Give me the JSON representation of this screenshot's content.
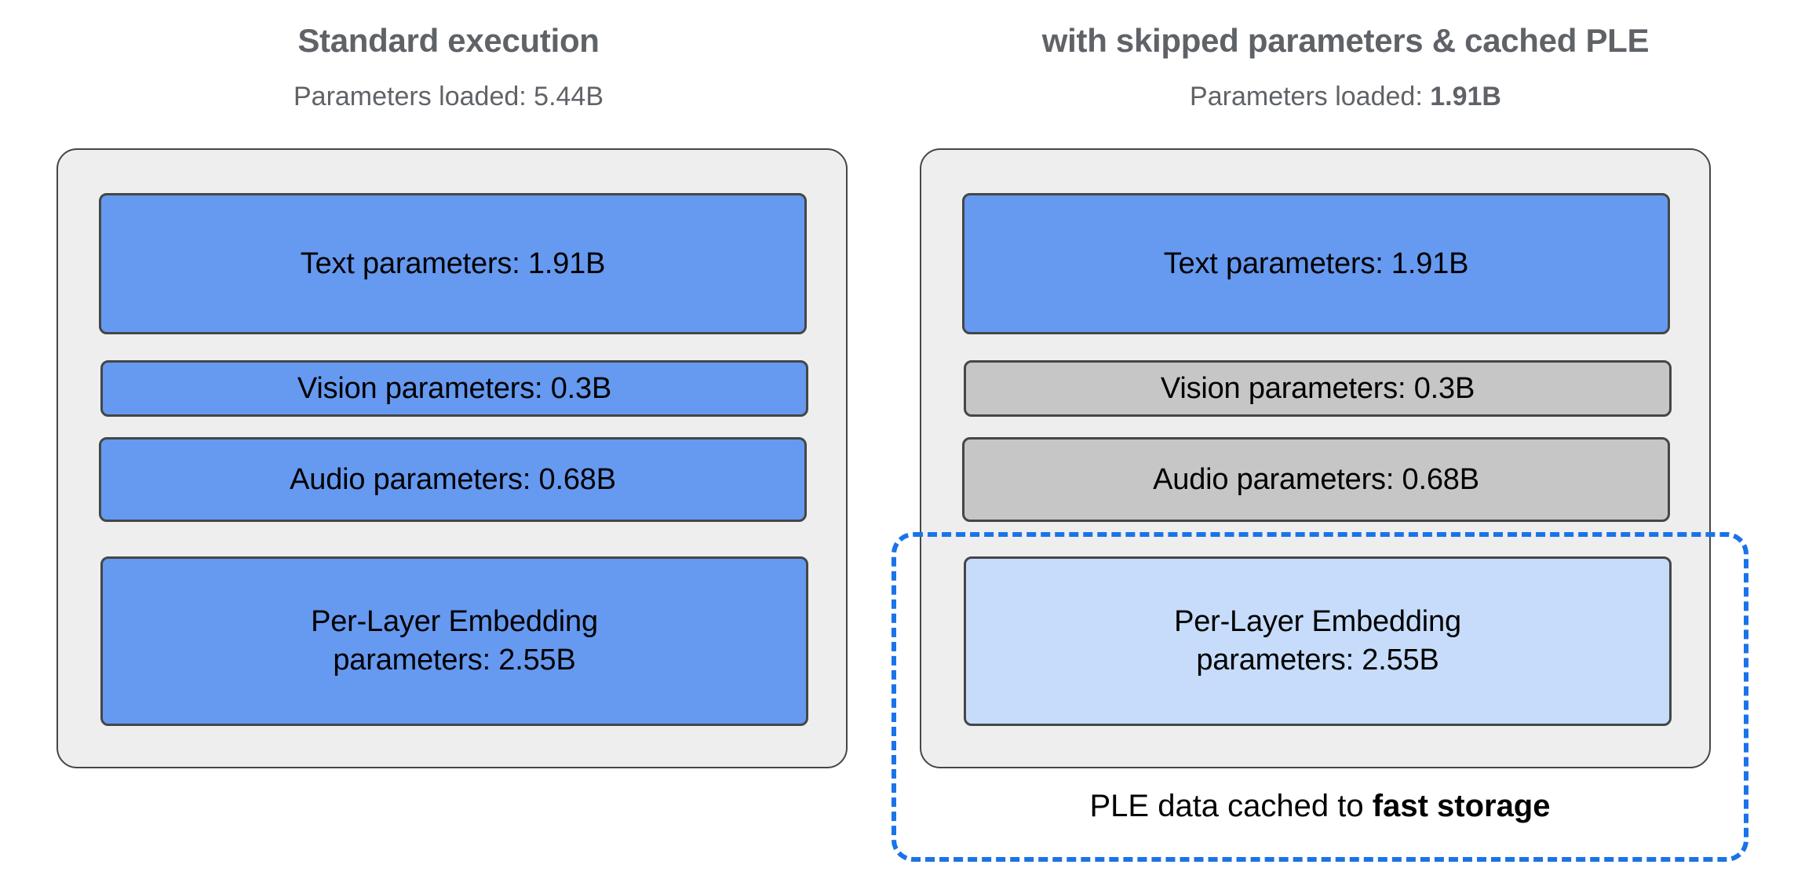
{
  "panels": [
    {
      "id": "standard",
      "title": "Standard execution",
      "subtitle_prefix": "Parameters loaded: ",
      "subtitle_value": "5.44B",
      "subtitle_value_bold": false,
      "blocks": [
        {
          "label": "Text parameters: 1.91B",
          "name": "text-parameters",
          "state": "loaded",
          "color": "#6699f0"
        },
        {
          "label": "Vision parameters: 0.3B",
          "name": "vision-parameters",
          "state": "loaded",
          "color": "#6699f0"
        },
        {
          "label": "Audio parameters: 0.68B",
          "name": "audio-parameters",
          "state": "loaded",
          "color": "#6699f0"
        },
        {
          "label_line1": "Per-Layer Embedding",
          "label_line2": "parameters: 2.55B",
          "name": "ple-parameters",
          "state": "loaded",
          "color": "#6699f0"
        }
      ]
    },
    {
      "id": "skipped",
      "title": "with skipped parameters & cached PLE",
      "subtitle_prefix": "Parameters loaded: ",
      "subtitle_value": "1.91B",
      "subtitle_value_bold": true,
      "blocks": [
        {
          "label": "Text parameters: 1.91B",
          "name": "text-parameters",
          "state": "loaded",
          "color": "#6699f0"
        },
        {
          "label": "Vision parameters: 0.3B",
          "name": "vision-parameters",
          "state": "skipped",
          "color": "#c6c6c6"
        },
        {
          "label": "Audio parameters: 0.68B",
          "name": "audio-parameters",
          "state": "skipped",
          "color": "#c6c6c6"
        },
        {
          "label_line1": "Per-Layer Embedding",
          "label_line2": "parameters: 2.55B",
          "name": "ple-parameters",
          "state": "cached",
          "color": "#c6dcfa"
        }
      ]
    }
  ],
  "cache_highlight": {
    "caption_prefix": "PLE data cached to ",
    "caption_emphasis": "fast storage",
    "border_color": "#1a73e8"
  },
  "colors": {
    "heading": "#5f6368",
    "container_fill": "#eeeeee",
    "container_border": "#444746",
    "block_border": "#444746",
    "blue": "#6699f0",
    "gray": "#c6c6c6",
    "light_blue": "#c6dcfa",
    "accent_blue": "#1a73e8"
  }
}
